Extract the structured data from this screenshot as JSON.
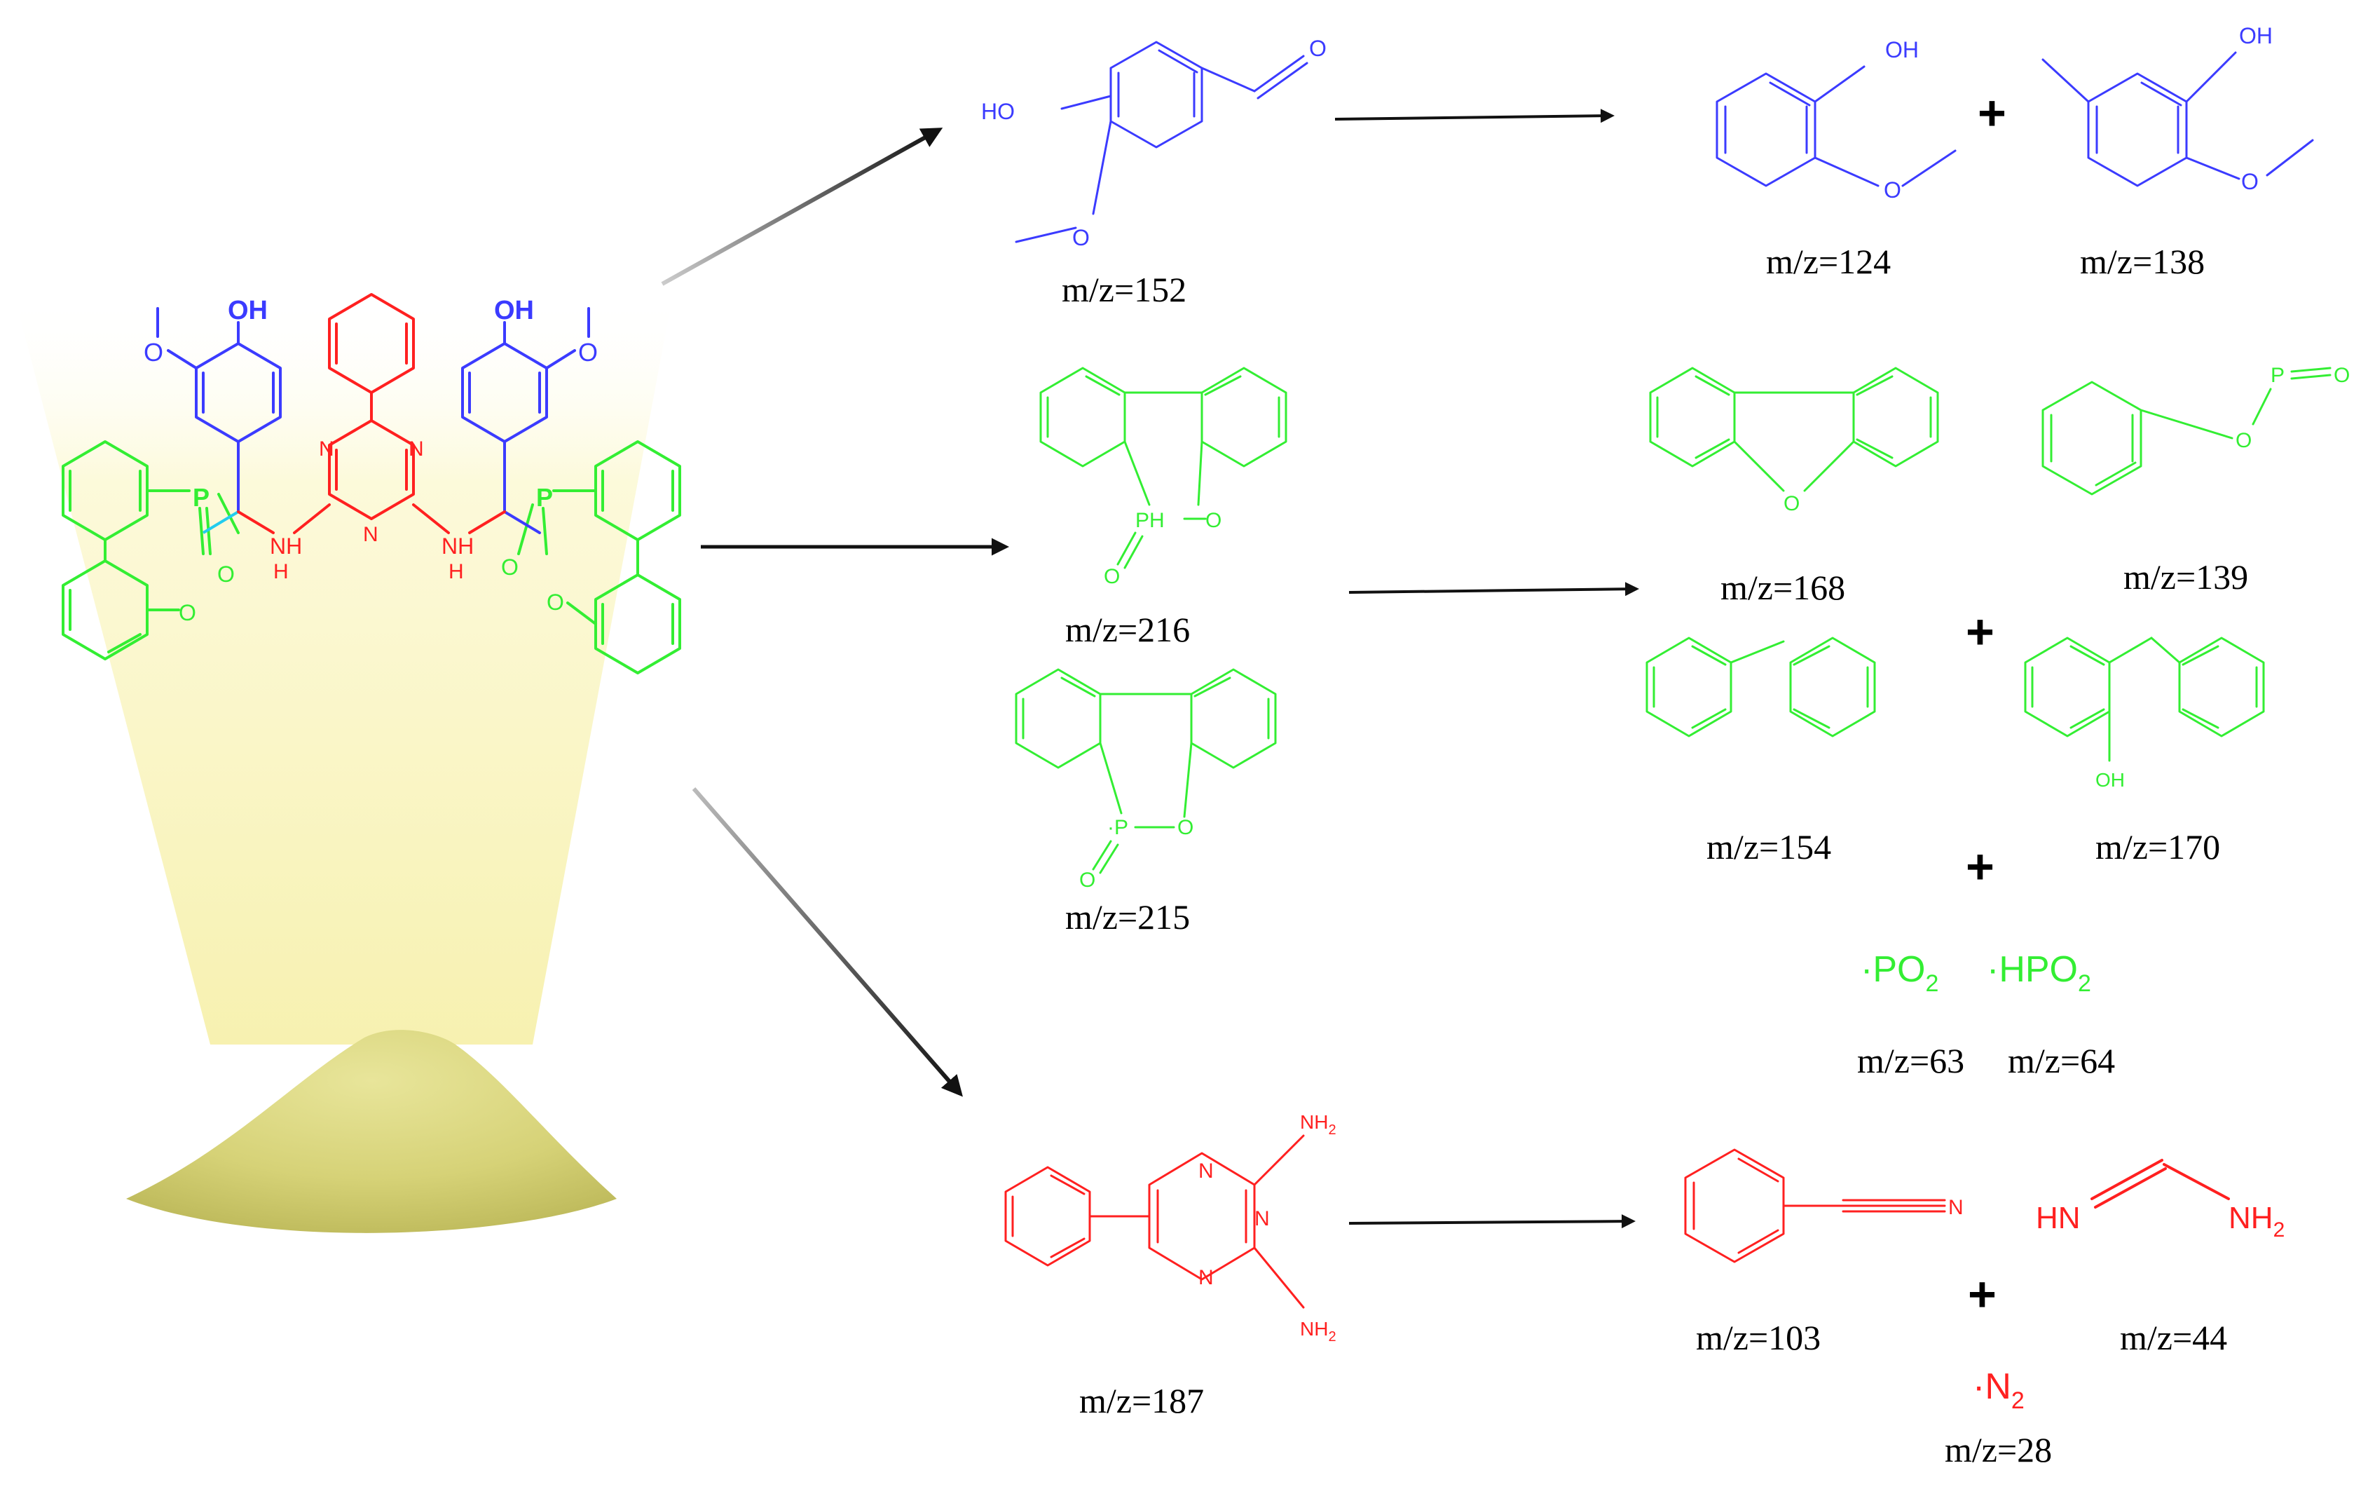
{
  "colors": {
    "vanillin": "#3b3bff",
    "dopo": "#33ee33",
    "triazine": "#ff2020",
    "arrow": "#111111",
    "powder": "#d8d57a",
    "beam": "#fbf7c6",
    "label": "#000000"
  },
  "source": {
    "atoms": {
      "oh_left": "OH",
      "oh_right": "OH",
      "ome_left": "O",
      "ome_right": "O",
      "p_left": "P",
      "p_right": "P",
      "o_left_1": "O",
      "o_left_2": "O",
      "o_right_1": "O",
      "o_right_2": "O",
      "nh_left_n": "NH",
      "nh_left_h": "H",
      "nh_right_n": "NH",
      "nh_right_h": "H",
      "n_ring_1": "N",
      "n_ring_2": "N",
      "n_ring_3": "N"
    }
  },
  "products": {
    "vanillin": {
      "oh": "HO",
      "o": "O",
      "ald_o": "O",
      "mz": "m/z=152"
    },
    "guaiacol": {
      "oh": "OH",
      "o": "O",
      "mz": "m/z=124"
    },
    "methylguaiacol": {
      "oh": "OH",
      "o": "O",
      "mz": "m/z=138"
    },
    "dopo_216": {
      "ph": "PH",
      "o": "O",
      "po": "O",
      "mz": "m/z=216"
    },
    "dopo_215": {
      "p": "·P",
      "o": "O",
      "po": "O",
      "mz": "m/z=215"
    },
    "dibenzofuran": {
      "o": "O",
      "mz": "m/z=168"
    },
    "phenoxy_po": {
      "p": "P",
      "o": "O",
      "po": "O",
      "mz": "m/z=139"
    },
    "biphenyl": {
      "mz": "m/z=154"
    },
    "phenylphenol": {
      "oh": "OH",
      "mz": "m/z=170"
    },
    "radicals": {
      "po2": "·PO",
      "po2_sub": "2",
      "hpo2": "·HPO",
      "hpo2_sub": "2",
      "mz_po2": "m/z=63",
      "mz_hpo2": "m/z=64"
    },
    "triazine_amine": {
      "nh2_top": "NH",
      "nh2_top_sub": "2",
      "nh2_bottom": "NH",
      "nh2_bottom_sub": "2",
      "n1": "N",
      "n2": "N",
      "n3": "N",
      "mz": "m/z=187"
    },
    "benzonitrile": {
      "n": "N",
      "mz": "m/z=103"
    },
    "formamidine": {
      "hn": "HN",
      "nh2": "NH",
      "nh2_sub": "2",
      "mz": "m/z=44"
    },
    "nitrogen": {
      "n2": "·N",
      "n2_sub": "2",
      "mz": "m/z=28"
    }
  },
  "plus": {
    "p1": "+",
    "p2": "+",
    "p3": "+",
    "p4": "+"
  }
}
